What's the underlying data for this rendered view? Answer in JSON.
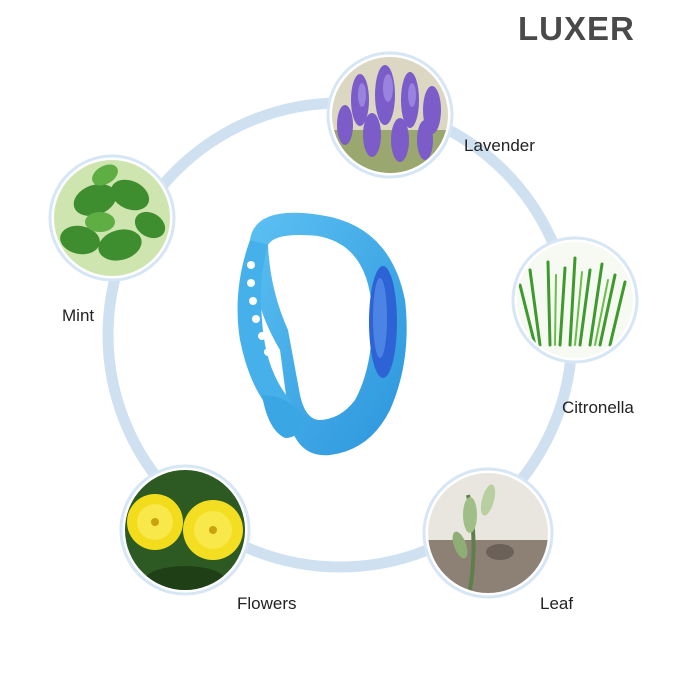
{
  "brand": {
    "name": "LUXER"
  },
  "ingredients": [
    {
      "id": "lavender",
      "label": "Lavender"
    },
    {
      "id": "mint",
      "label": "Mint"
    },
    {
      "id": "citronella",
      "label": "Citronella"
    },
    {
      "id": "flowers",
      "label": "Flowers"
    },
    {
      "id": "leaf",
      "label": "Leaf"
    }
  ],
  "colors": {
    "ring": "#c9ddf0",
    "band": "#3fa9e8",
    "band_dark": "#2383c8",
    "capsule": "#2b5fd0",
    "circle_border": "#cfe2f3"
  }
}
